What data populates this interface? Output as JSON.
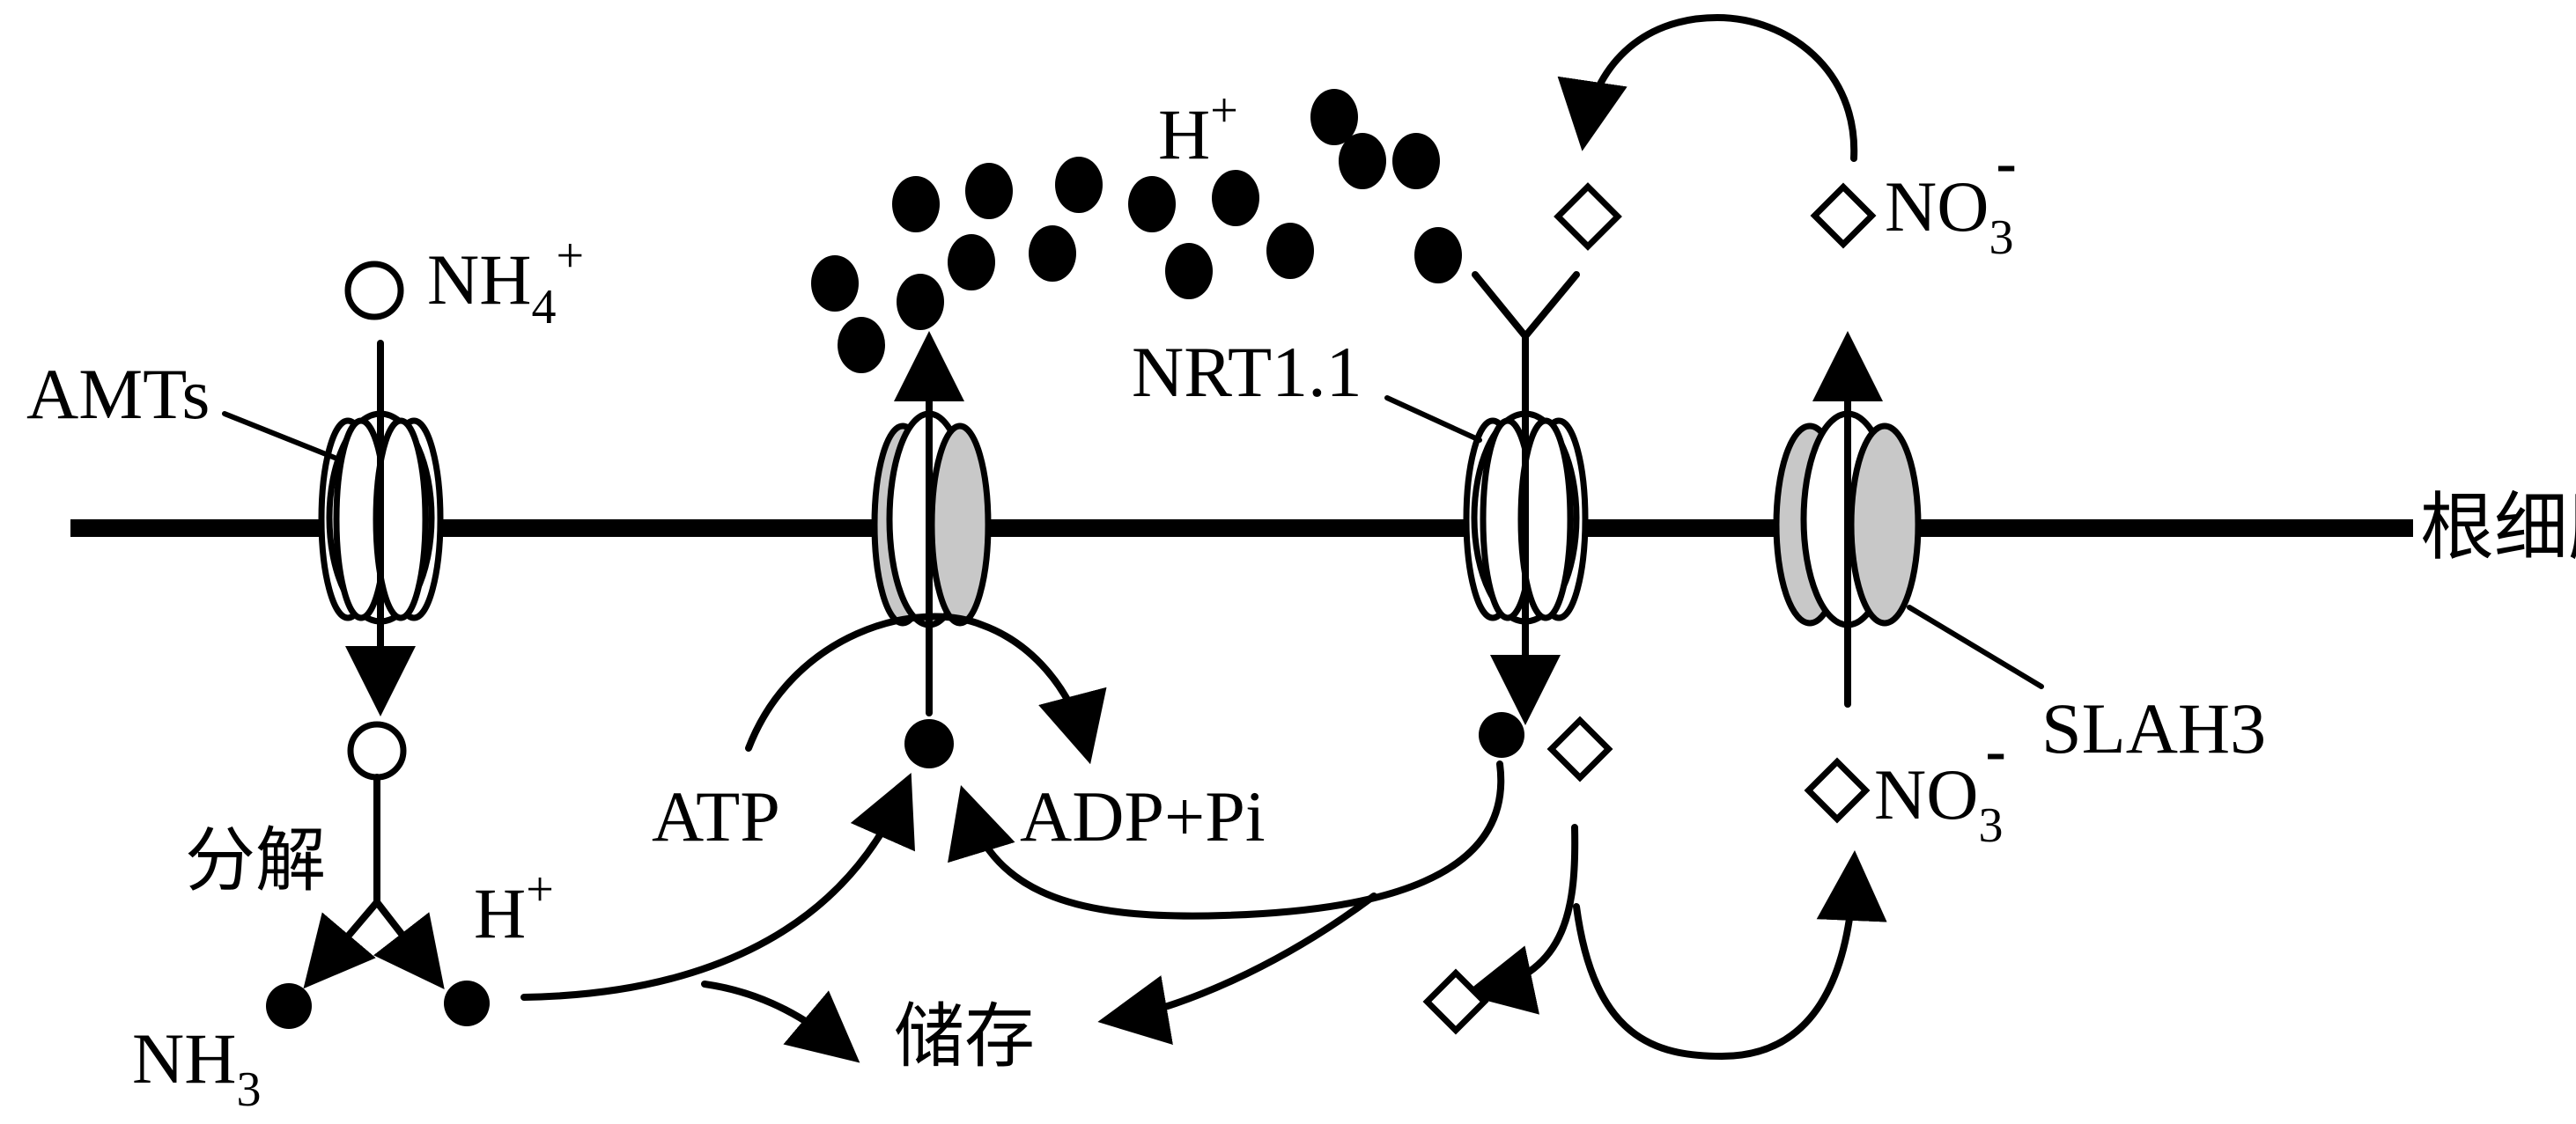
{
  "diagram": {
    "membrane_label": "根细胞膜",
    "transporters": {
      "amts": "AMTs",
      "nrt11": "NRT1.1",
      "slah3": "SLAH3"
    },
    "ions": {
      "nh4_base": "NH",
      "nh4_sub": "4",
      "nh4_sup": "+",
      "h_top_base": "H",
      "h_top_sup": "+",
      "h_bottom_base": "H",
      "h_bottom_sup": "+",
      "nh3_base": "NH",
      "nh3_sub": "3",
      "no3_top_base": "NO",
      "no3_top_sub": "3",
      "no3_top_sup": "-",
      "no3_bottom_base": "NO",
      "no3_bottom_sub": "3",
      "no3_bottom_sup": "-"
    },
    "energy": {
      "atp": "ATP",
      "adp": "ADP+Pi"
    },
    "processes": {
      "decompose": "分解",
      "storage": "储存"
    },
    "colors": {
      "membrane": "#000000",
      "channel_gray": "#c8c8c8",
      "channel_white": "#ffffff"
    }
  }
}
